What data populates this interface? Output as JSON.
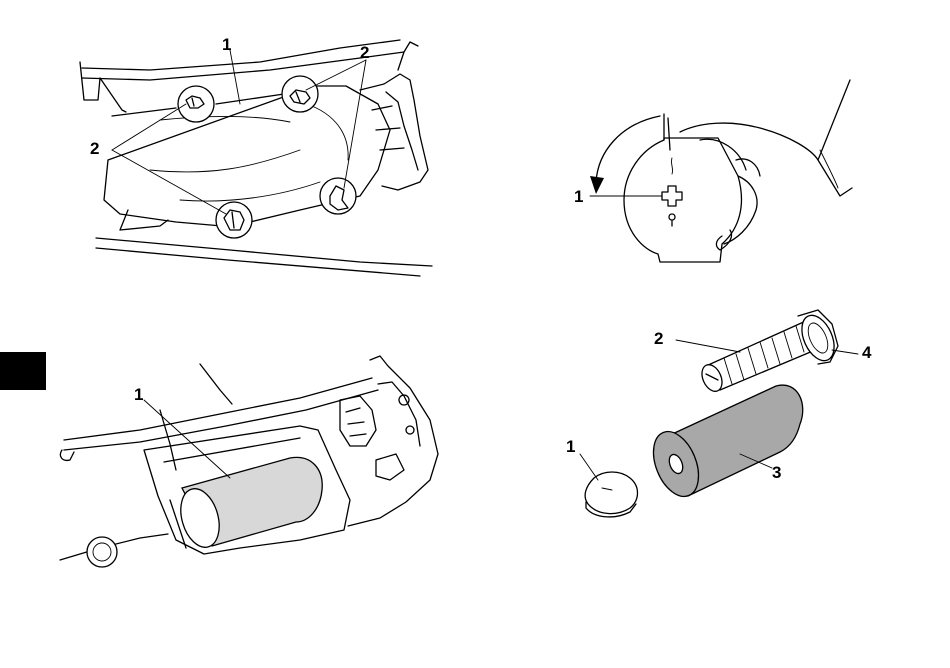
{
  "figures": [
    {
      "id": "fig-top-left",
      "callouts": [
        "1",
        "2",
        "2"
      ]
    },
    {
      "id": "fig-top-right",
      "callouts": [
        "1"
      ]
    },
    {
      "id": "fig-bottom-left",
      "callouts": [
        "1"
      ]
    },
    {
      "id": "fig-bottom-right",
      "callouts": [
        "1",
        "2",
        "3",
        "4"
      ]
    }
  ],
  "colors": {
    "ink": "#000000",
    "paper": "#ffffff",
    "filter_gray": "#a8a8a8",
    "tab": "#000000"
  }
}
